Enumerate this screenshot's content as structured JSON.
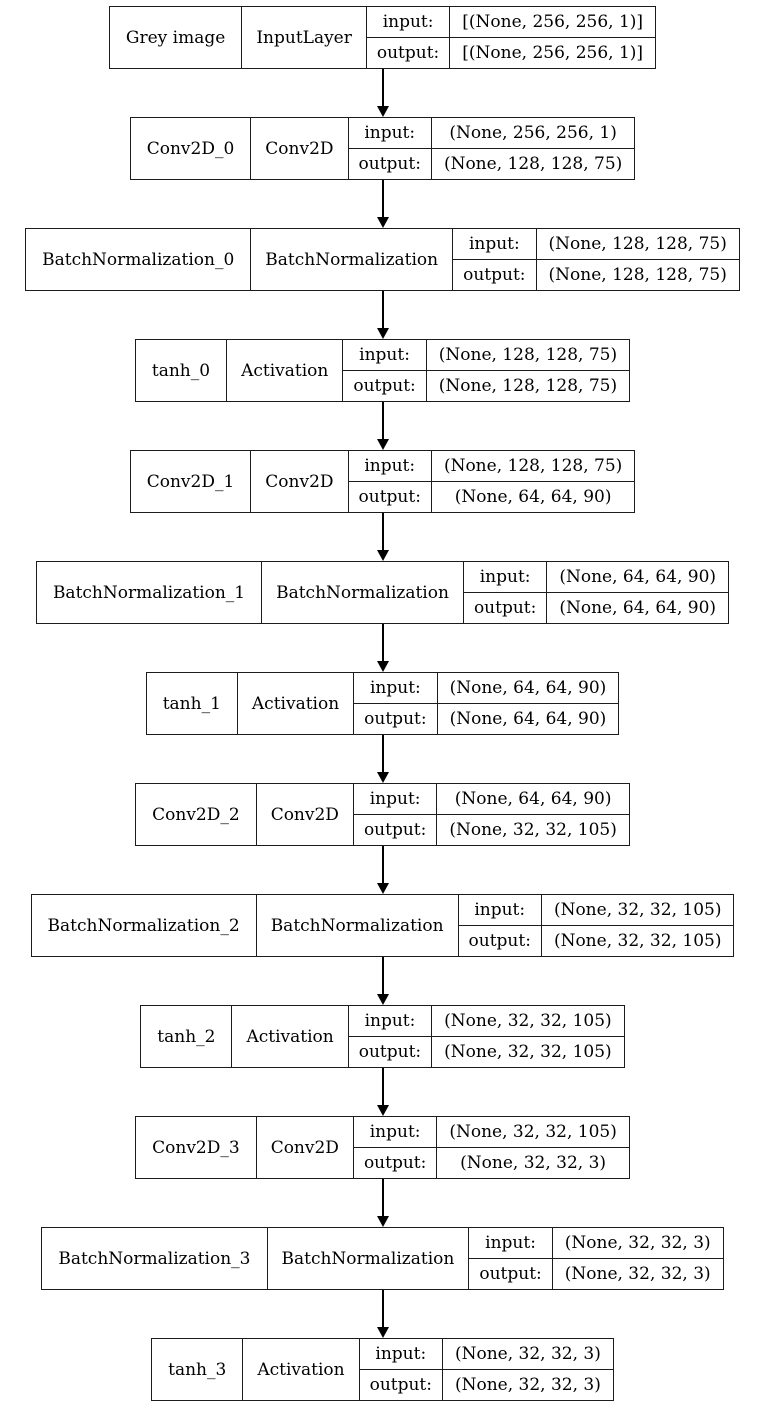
{
  "io_labels": {
    "input": "input:",
    "output": "output:"
  },
  "colors": {
    "border": "#000000",
    "background": "#ffffff",
    "text": "#000000"
  },
  "layers": [
    {
      "name": "Grey image",
      "type": "InputLayer",
      "input": "[(None, 256, 256, 1)]",
      "output": "[(None, 256, 256, 1)]"
    },
    {
      "name": "Conv2D_0",
      "type": "Conv2D",
      "input": "(None, 256, 256, 1)",
      "output": "(None, 128, 128, 75)"
    },
    {
      "name": "BatchNormalization_0",
      "type": "BatchNormalization",
      "input": "(None, 128, 128, 75)",
      "output": "(None, 128, 128, 75)"
    },
    {
      "name": "tanh_0",
      "type": "Activation",
      "input": "(None, 128, 128, 75)",
      "output": "(None, 128, 128, 75)"
    },
    {
      "name": "Conv2D_1",
      "type": "Conv2D",
      "input": "(None, 128, 128, 75)",
      "output": "(None, 64, 64, 90)"
    },
    {
      "name": "BatchNormalization_1",
      "type": "BatchNormalization",
      "input": "(None, 64, 64, 90)",
      "output": "(None, 64, 64, 90)"
    },
    {
      "name": "tanh_1",
      "type": "Activation",
      "input": "(None, 64, 64, 90)",
      "output": "(None, 64, 64, 90)"
    },
    {
      "name": "Conv2D_2",
      "type": "Conv2D",
      "input": "(None, 64, 64, 90)",
      "output": "(None, 32, 32, 105)"
    },
    {
      "name": "BatchNormalization_2",
      "type": "BatchNormalization",
      "input": "(None, 32, 32, 105)",
      "output": "(None, 32, 32, 105)"
    },
    {
      "name": "tanh_2",
      "type": "Activation",
      "input": "(None, 32, 32, 105)",
      "output": "(None, 32, 32, 105)"
    },
    {
      "name": "Conv2D_3",
      "type": "Conv2D",
      "input": "(None, 32, 32, 105)",
      "output": "(None, 32, 32, 3)"
    },
    {
      "name": "BatchNormalization_3",
      "type": "BatchNormalization",
      "input": "(None, 32, 32, 3)",
      "output": "(None, 32, 32, 3)"
    },
    {
      "name": "tanh_3",
      "type": "Activation",
      "input": "(None, 32, 32, 3)",
      "output": "(None, 32, 32, 3)"
    }
  ],
  "edges": [
    [
      0,
      1
    ],
    [
      1,
      2
    ],
    [
      2,
      3
    ],
    [
      3,
      4
    ],
    [
      4,
      5
    ],
    [
      5,
      6
    ],
    [
      6,
      7
    ],
    [
      7,
      8
    ],
    [
      8,
      9
    ],
    [
      9,
      10
    ],
    [
      10,
      11
    ],
    [
      11,
      12
    ]
  ]
}
